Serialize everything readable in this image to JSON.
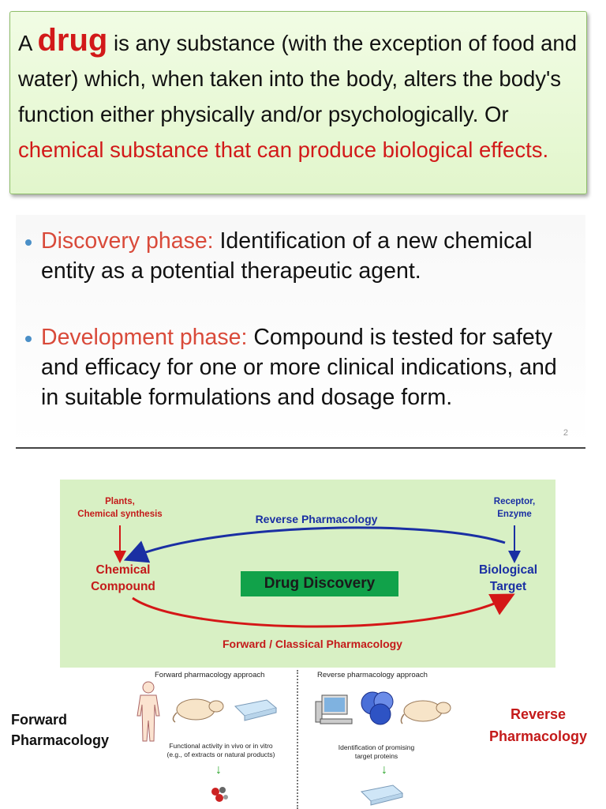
{
  "definition": {
    "prefix": "A ",
    "keyword": "drug",
    "body": " is any substance (with the exception of food and water) which, when taken into the body, alters the body's function either physically and/or psychologically.  Or ",
    "red_text": "chemical substance that can produce biological effects."
  },
  "phases": [
    {
      "title": "Discovery phase:",
      "text": " Identification of a new chemical entity as a potential therapeutic agent."
    },
    {
      "title": "Development phase:",
      "text": " Compound is tested for safety and efficacy for one or more clinical indications, and in suitable formulations and dosage form."
    }
  ],
  "phase_slide_number": "2",
  "diagram": {
    "source_left": "Plants,\nChemical synthesis",
    "source_right": "Receptor,\nEnzyme",
    "node_left": "Chemical\nCompound",
    "node_right": "Biological\nTarget",
    "center": "Drug Discovery",
    "top_arrow": "Reverse Pharmacology",
    "bottom_arrow": "Forward / Classical Pharmacology"
  },
  "approaches": {
    "forward_label": "Forward\nPharmacology",
    "reverse_label": "Reverse\nPharmacology",
    "forward_title": "Forward pharmacology approach",
    "reverse_title": "Reverse pharmacology approach",
    "forward_step_1": "Functional activity in vivo or in vitro",
    "forward_step_1b": "(e.g., of extracts or natural products)",
    "reverse_step_1": "Identification of  promising",
    "reverse_step_1b": "target proteins"
  },
  "colors": {
    "red": "#c41a1a",
    "blue": "#1a2fa3",
    "green_box": "#11a24a"
  }
}
